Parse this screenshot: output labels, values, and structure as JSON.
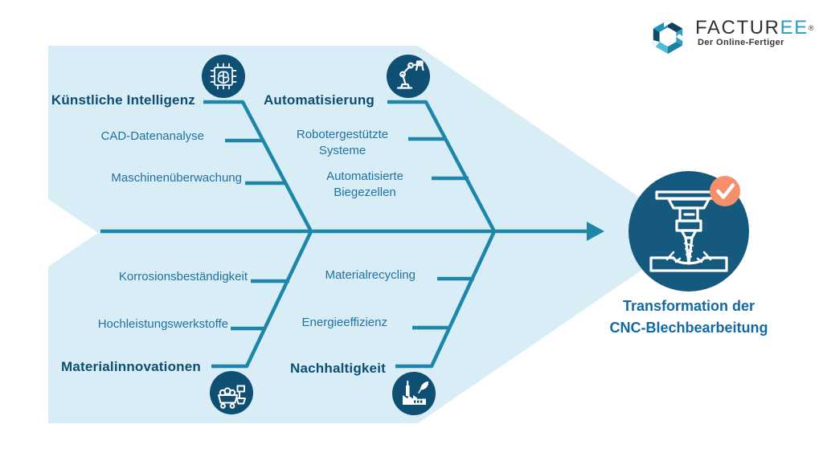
{
  "logo": {
    "brand_prefix": "FACTUR",
    "brand_suffix": "EE",
    "registered": "®",
    "tagline": "Der Online-Fertiger",
    "mark_icon": "hexagon-logo-mark"
  },
  "diagram": {
    "type": "fishbone",
    "effect": {
      "title_lines": [
        "Transformation der",
        "CNC-Blechbearbeitung"
      ],
      "icon": "cnc-drilling-machine-icon",
      "badge_icon": "checkmark-badge"
    },
    "branches": [
      {
        "label": "Künstliche Intelligenz",
        "icon": "ai-chip-brain-icon",
        "position": "top-left",
        "items": [
          "CAD-Datenanalyse",
          "Maschinenüberwachung"
        ]
      },
      {
        "label": "Automatisierung",
        "icon": "robot-arm-icon",
        "position": "top-right",
        "items": [
          "Robotergestützte Systeme",
          "Automatisierte Biegezellen"
        ]
      },
      {
        "label": "Materialinnovationen",
        "icon": "mining-cart-icon",
        "position": "bottom-left",
        "items": [
          "Korrosionsbeständigkeit",
          "Hochleistungswerkstoffe"
        ]
      },
      {
        "label": "Nachhaltigkeit",
        "icon": "green-factory-icon",
        "position": "bottom-right",
        "items": [
          "Materialrecycling",
          "Energieeffizienz"
        ]
      }
    ]
  },
  "colors": {
    "page_background": "#ffffff",
    "panel_light_blue": "#d8edf5",
    "bone_line": "#1e87a9",
    "category_text": "#0d4e73",
    "item_text": "#2173a2",
    "icon_circle": "#0f4f73",
    "effect_circle": "#16597e",
    "effect_title": "#1269a4",
    "badge_orange": "#f6906a",
    "badge_check": "#ffffff",
    "brand_dark": "#2f3338",
    "brand_accent": "#2b9ec0"
  }
}
